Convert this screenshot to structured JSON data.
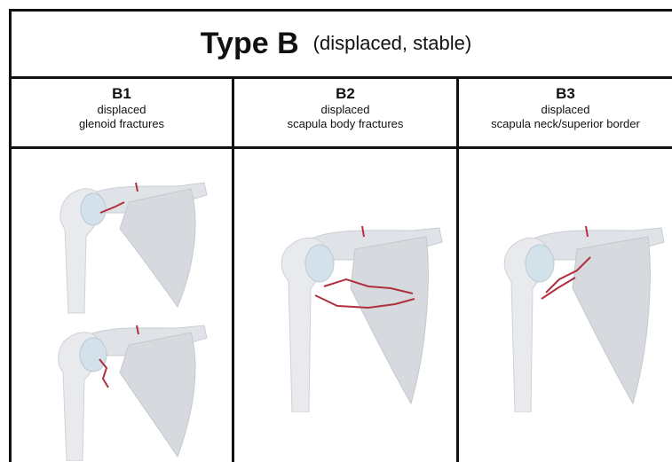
{
  "title": {
    "main": "Type B",
    "sub": "(displaced, stable)"
  },
  "columns": [
    {
      "code": "B1",
      "line1": "displaced",
      "line2": "glenoid fractures",
      "illustrations": 2
    },
    {
      "code": "B2",
      "line1": "displaced",
      "line2": "scapula body fractures",
      "illustrations": 1
    },
    {
      "code": "B3",
      "line1": "displaced",
      "line2": "scapula neck/superior border",
      "illustrations": 1
    }
  ],
  "colors": {
    "bone": "#e3e5e8",
    "bone_dark": "#cfd2d6",
    "fracture": "#b03040",
    "border": "#111111"
  }
}
